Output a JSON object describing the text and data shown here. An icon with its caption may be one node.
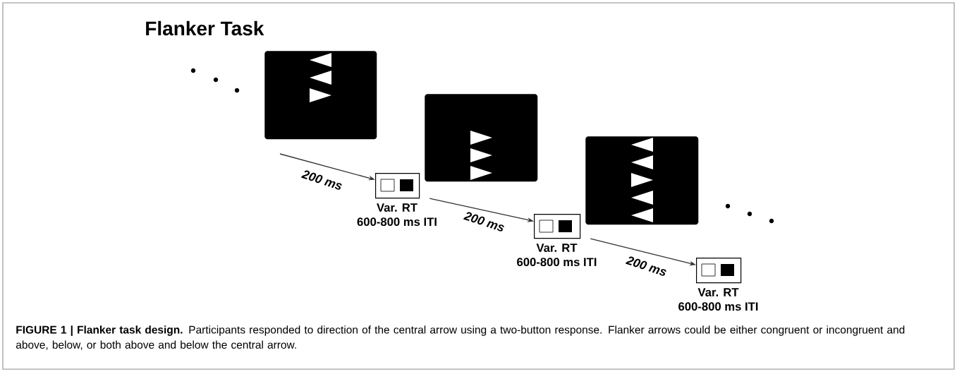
{
  "diagram": {
    "title": "Flanker Task",
    "caption": "**FIGURE 1 | Flanker task design.** Participants responded to direction of the central arrow using a two-button response. Flanker arrows could be either congruent or incongruent and above, below, or both above and below the central arrow.",
    "nodes": [
      {
        "text": [],
        "shape": "box"
      },
      {
        "text": [],
        "shape": "box",
        "beside": [
          "Var. RT",
          "600-800 ms ITI"
        ]
      },
      {
        "text": [],
        "shape": "box"
      },
      {
        "text": [],
        "shape": "box",
        "beside": [
          "Var. RT",
          "600-800 ms ITI"
        ]
      },
      {
        "text": [],
        "shape": "box"
      },
      {
        "text": [],
        "shape": "box",
        "beside": [
          "Var. RT",
          "600-800 ms ITI"
        ]
      }
    ],
    "edges": [
      {
        "from": null,
        "to": 1,
        "arrow": "to",
        "label": "200 ms"
      },
      {
        "from": 1,
        "to": 3,
        "arrow": "to",
        "label": "200 ms"
      },
      {
        "from": 3,
        "to": 5,
        "arrow": "to",
        "label": "200 ms"
      }
    ]
  }
}
